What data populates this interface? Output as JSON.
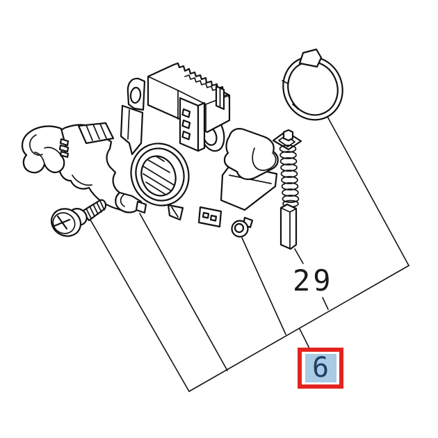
{
  "page": {
    "background_color": "#ffffff"
  },
  "diagram": {
    "type": "exploded-parts-line-drawing",
    "line_color": "#111111",
    "label_color": "#1a1a1a",
    "parts": [
      {
        "name": "terminal-clip-arm"
      },
      {
        "name": "phillips-screw"
      },
      {
        "name": "regulator-brush-holder-body"
      },
      {
        "name": "grommet-eyelet"
      },
      {
        "name": "snap-ring"
      },
      {
        "name": "brush-spring"
      },
      {
        "name": "carbon-brush"
      }
    ],
    "labels": {
      "part_29": "29",
      "callout_6": "6"
    },
    "callout": {
      "border_color": "#e3231e",
      "highlight_color": "#a9cbe3",
      "text_color": "#1e3e63"
    }
  }
}
